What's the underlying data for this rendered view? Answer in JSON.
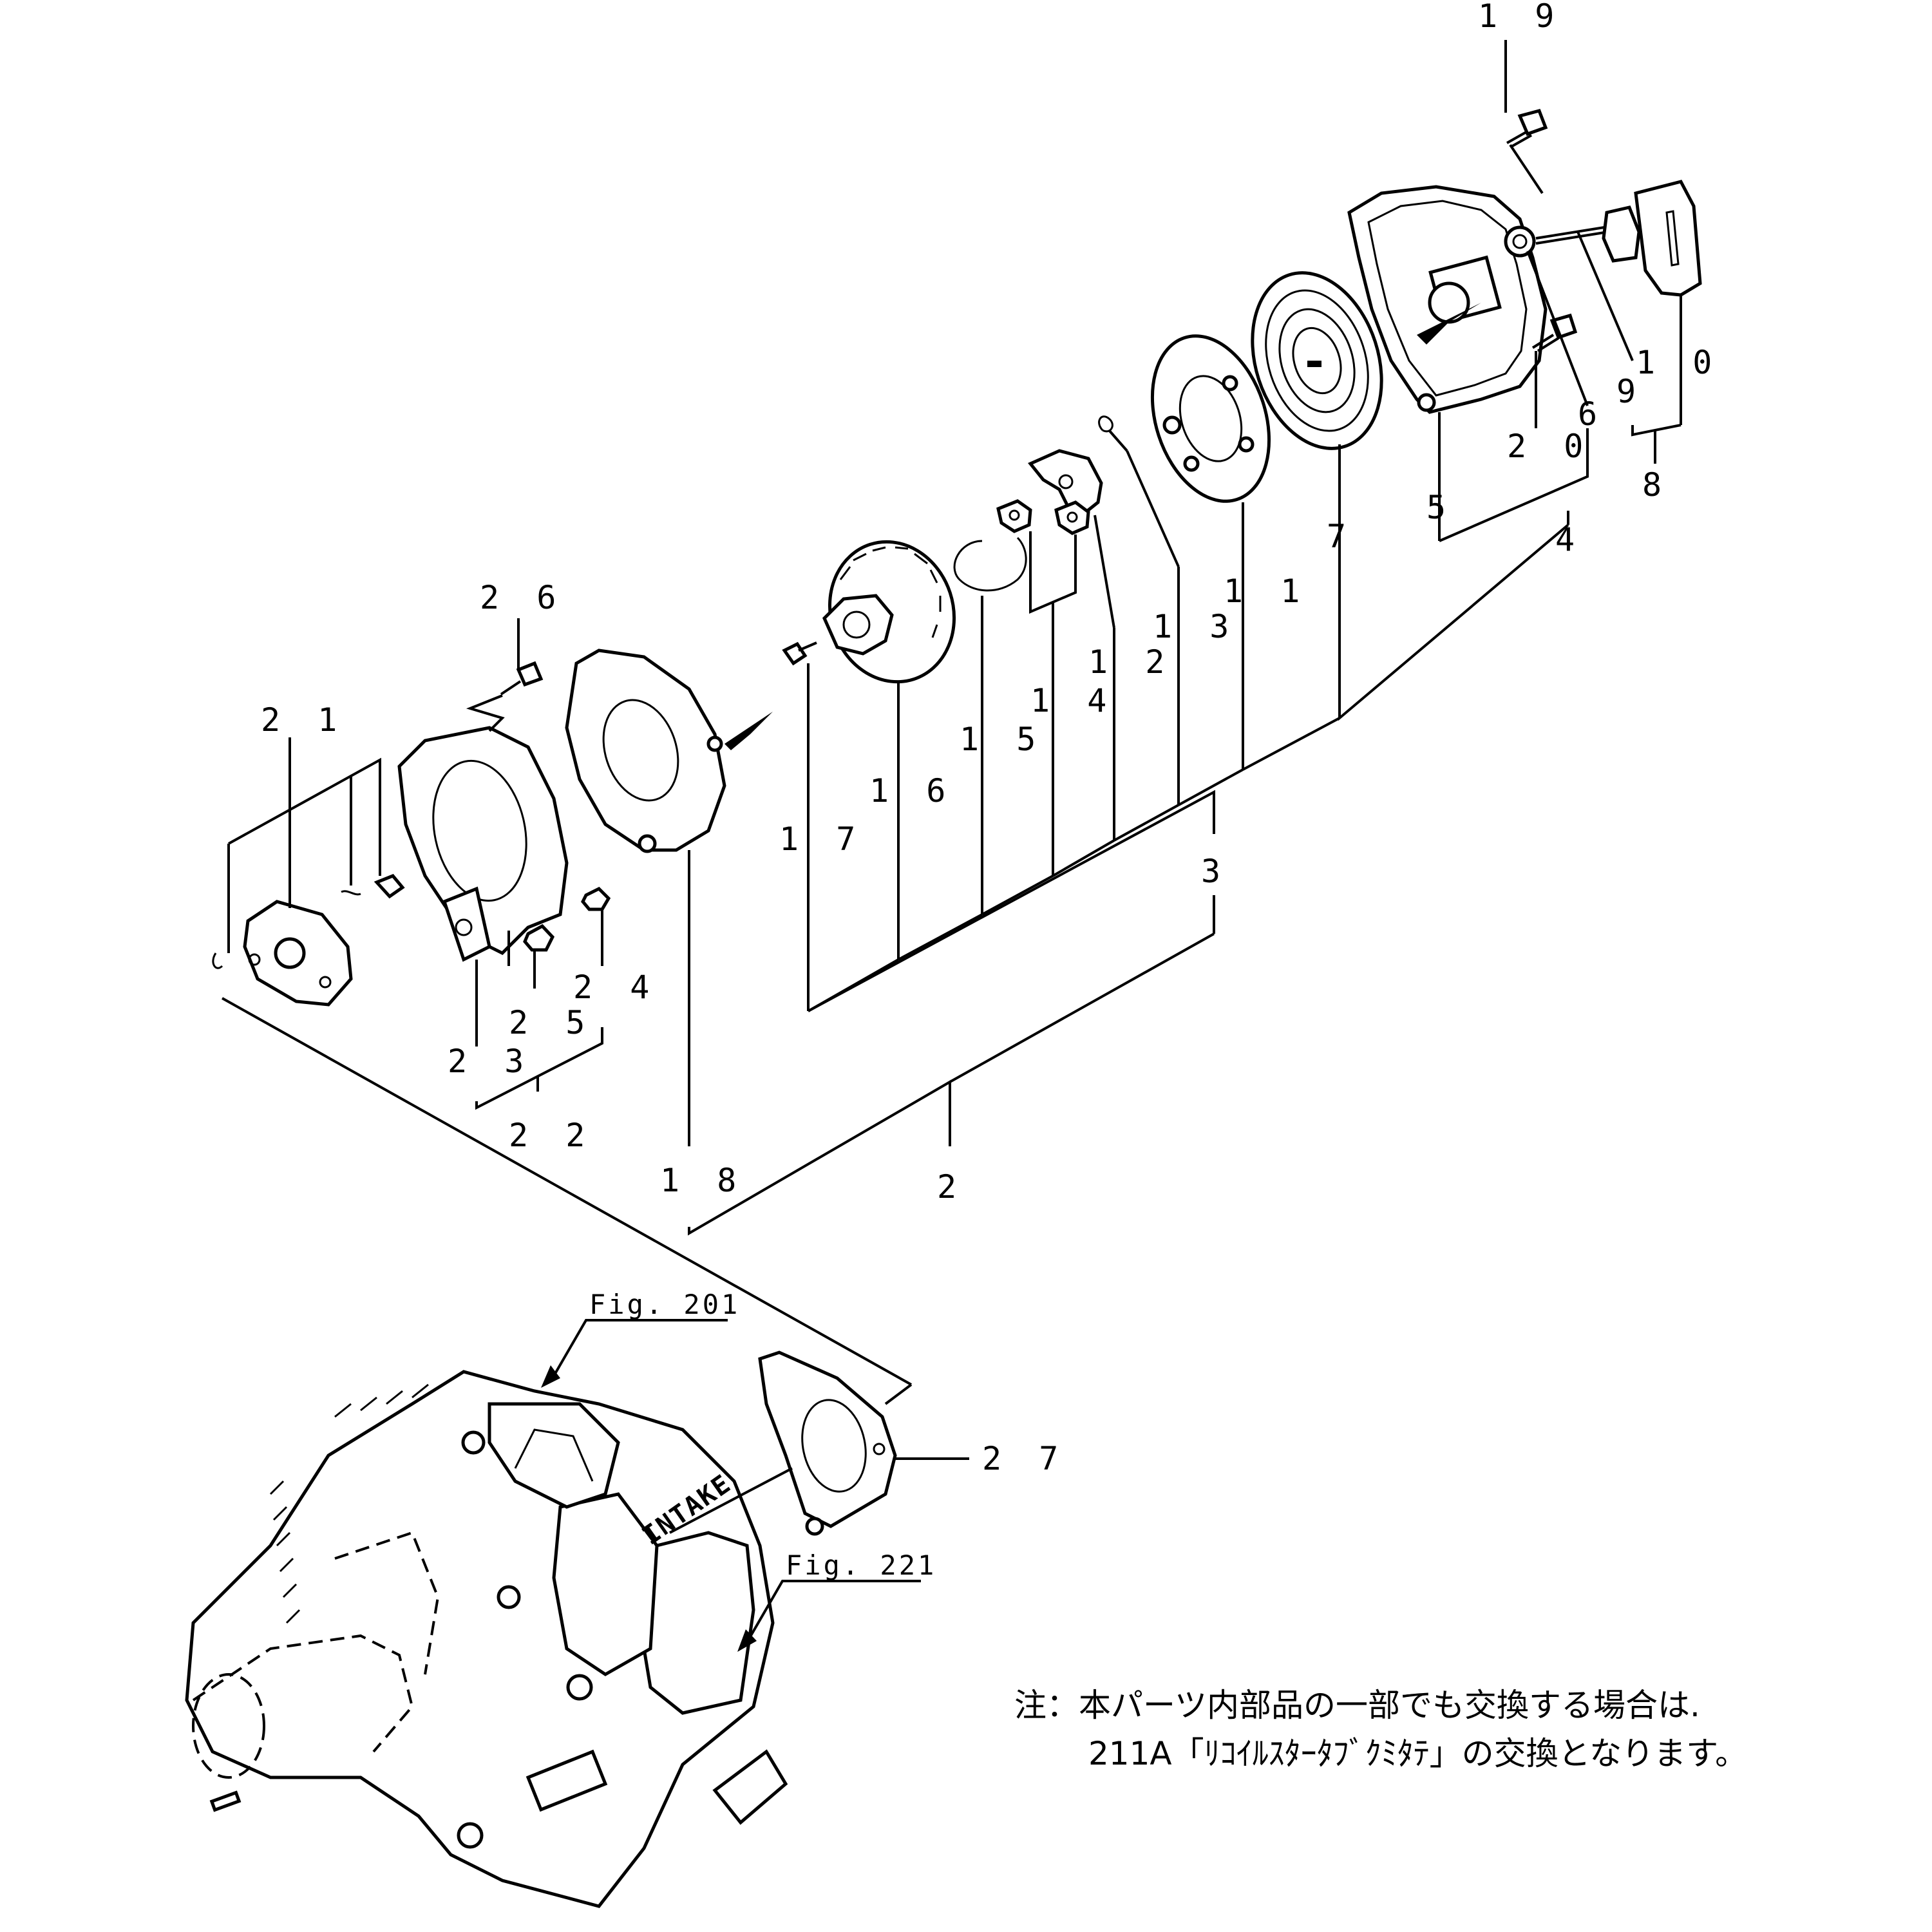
{
  "part_labels": {
    "p2": "2",
    "p3": "3",
    "p4": "4",
    "p5": "5",
    "p6": "6",
    "p7": "7",
    "p8": "8",
    "p9": "9",
    "p10": "1 0",
    "p11": "1 1",
    "p12": "1 2",
    "p13": "1 3",
    "p14": "1 4",
    "p15": "1 5",
    "p16": "1 6",
    "p17": "1 7",
    "p18": "1 8",
    "p19": "1 9",
    "p20": "2 0",
    "p21": "2 1",
    "p22": "2 2",
    "p23": "2 3",
    "p24": "2 4",
    "p25": "2 5",
    "p26": "2 6",
    "p27": "2 7"
  },
  "figure_refs": {
    "fig201": "Fig. 201",
    "fig221": "Fig. 221"
  },
  "intake_label": "INTAKE",
  "note": {
    "line1": "注：本パーツ内部品の一部でも交換する場合は.",
    "line2": "211A「ﾘｺｲﾙｽﾀｰﾀﾌﾞｸﾐﾀﾃ」の交換となります。"
  }
}
